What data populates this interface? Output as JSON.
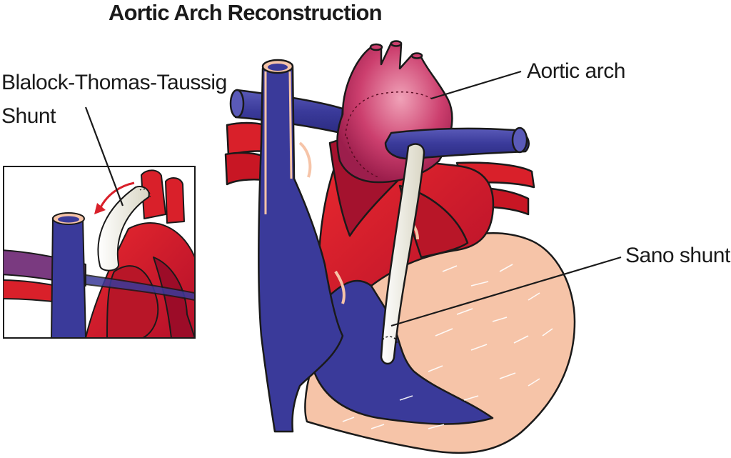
{
  "title": "Aortic Arch Reconstruction",
  "labels": {
    "btt_line1": "Blalock-Thomas-Taussig",
    "btt_line2": "Shunt",
    "aortic_arch": "Aortic arch",
    "sano_shunt": "Sano shunt"
  },
  "colors": {
    "venous_blue": "#3a3a9a",
    "arterial_red": "#d9202a",
    "dark_red": "#9c0c28",
    "aorta_pink": "#cc3f6e",
    "aorta_highlight": "#e88aa6",
    "myocardium_peach": "#f6c4a8",
    "shunt_white": "#f2f0e4",
    "subclavian_purple": "#7a3a80",
    "outline": "#1a1a1a"
  },
  "icons": {
    "rotation_arrow": "curved-arrow-icon"
  }
}
